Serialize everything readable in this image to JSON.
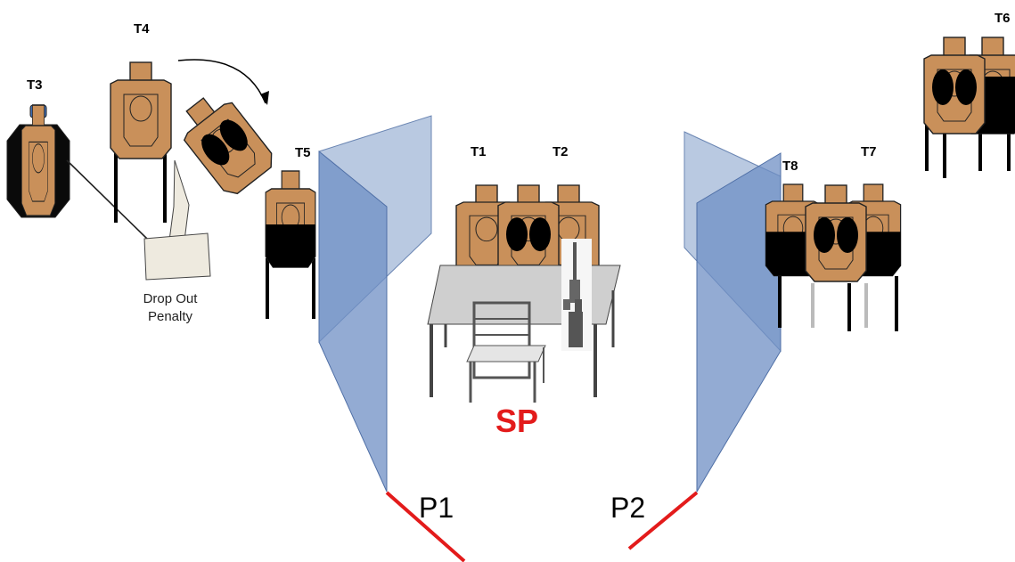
{
  "targets": {
    "t1": "T1",
    "t2": "T2",
    "t3": "T3",
    "t4": "T4",
    "t5": "T5",
    "t6": "T6",
    "t7": "T7",
    "t8": "T8"
  },
  "drop_out_penalty": {
    "line1": "Drop Out",
    "line2": "Penalty"
  },
  "start_position": "SP",
  "ports": {
    "p1": "P1",
    "p2": "P2"
  },
  "colors": {
    "target_tan": "#c9905a",
    "no_shoot_black": "#000000",
    "wall_blue": "#7f9cc8",
    "fault_line_red": "#e31b1b",
    "start_position_red": "#e31b1b",
    "table_gray": "#cfcfcf",
    "steel_blue": "#3d6cb3"
  },
  "icons": {
    "rifle": "ar15-rifle-icon",
    "chair": "chair-icon",
    "table": "table-icon"
  }
}
